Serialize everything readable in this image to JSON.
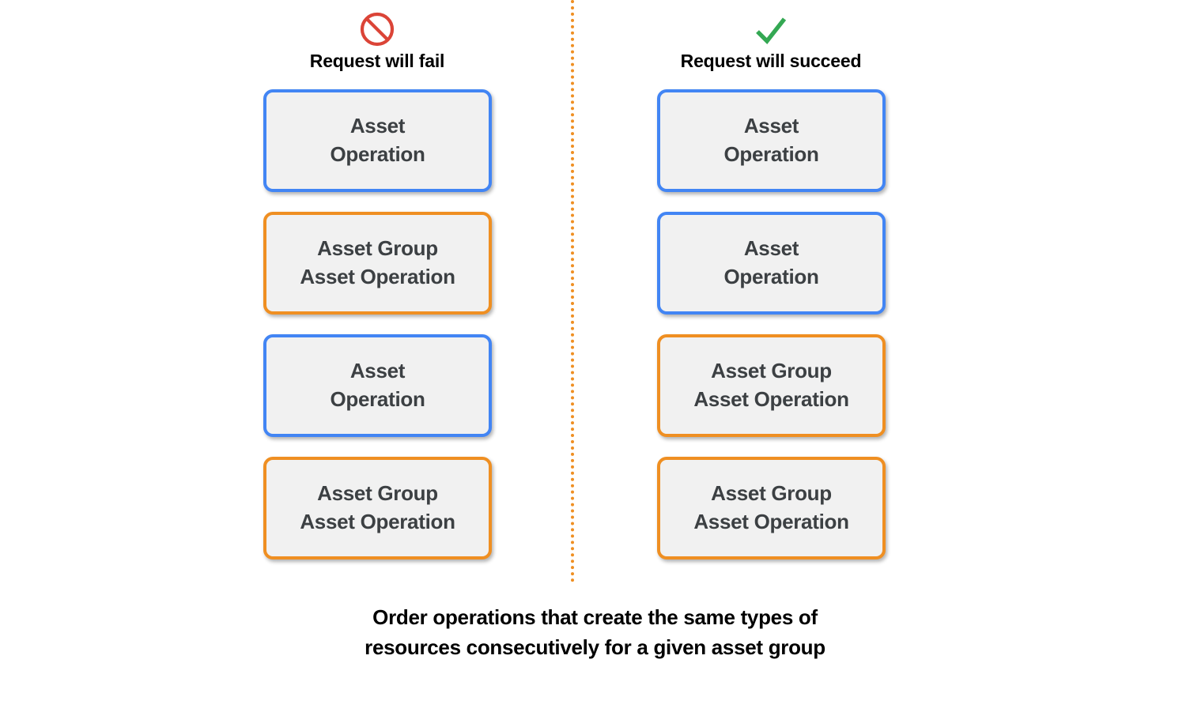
{
  "colors": {
    "blue_border": "#4285f4",
    "orange_border": "#ef8f22",
    "box_fill": "#f1f1f1",
    "box_text": "#3c4043",
    "fail_icon": "#db4437",
    "succeed_icon": "#34a853",
    "divider": "#ef8f22",
    "background": "#ffffff"
  },
  "columns": [
    {
      "id": "fail",
      "icon_name": "prohibition-icon",
      "title": "Request will fail",
      "boxes": [
        {
          "label": "Asset\nOperation",
          "type": "asset-operation",
          "border": "blue"
        },
        {
          "label": "Asset Group\nAsset Operation",
          "type": "asset-group-asset-operation",
          "border": "orange"
        },
        {
          "label": "Asset\nOperation",
          "type": "asset-operation",
          "border": "blue"
        },
        {
          "label": "Asset Group\nAsset Operation",
          "type": "asset-group-asset-operation",
          "border": "orange"
        }
      ]
    },
    {
      "id": "succeed",
      "icon_name": "checkmark-icon",
      "title": "Request will succeed",
      "boxes": [
        {
          "label": "Asset\nOperation",
          "type": "asset-operation",
          "border": "blue"
        },
        {
          "label": "Asset\nOperation",
          "type": "asset-operation",
          "border": "blue"
        },
        {
          "label": "Asset Group\nAsset Operation",
          "type": "asset-group-asset-operation",
          "border": "orange"
        },
        {
          "label": "Asset Group\nAsset Operation",
          "type": "asset-group-asset-operation",
          "border": "orange"
        }
      ]
    }
  ],
  "caption": {
    "line1": "Order operations that create the same types of",
    "line2": "resources consecutively for a given asset group"
  }
}
